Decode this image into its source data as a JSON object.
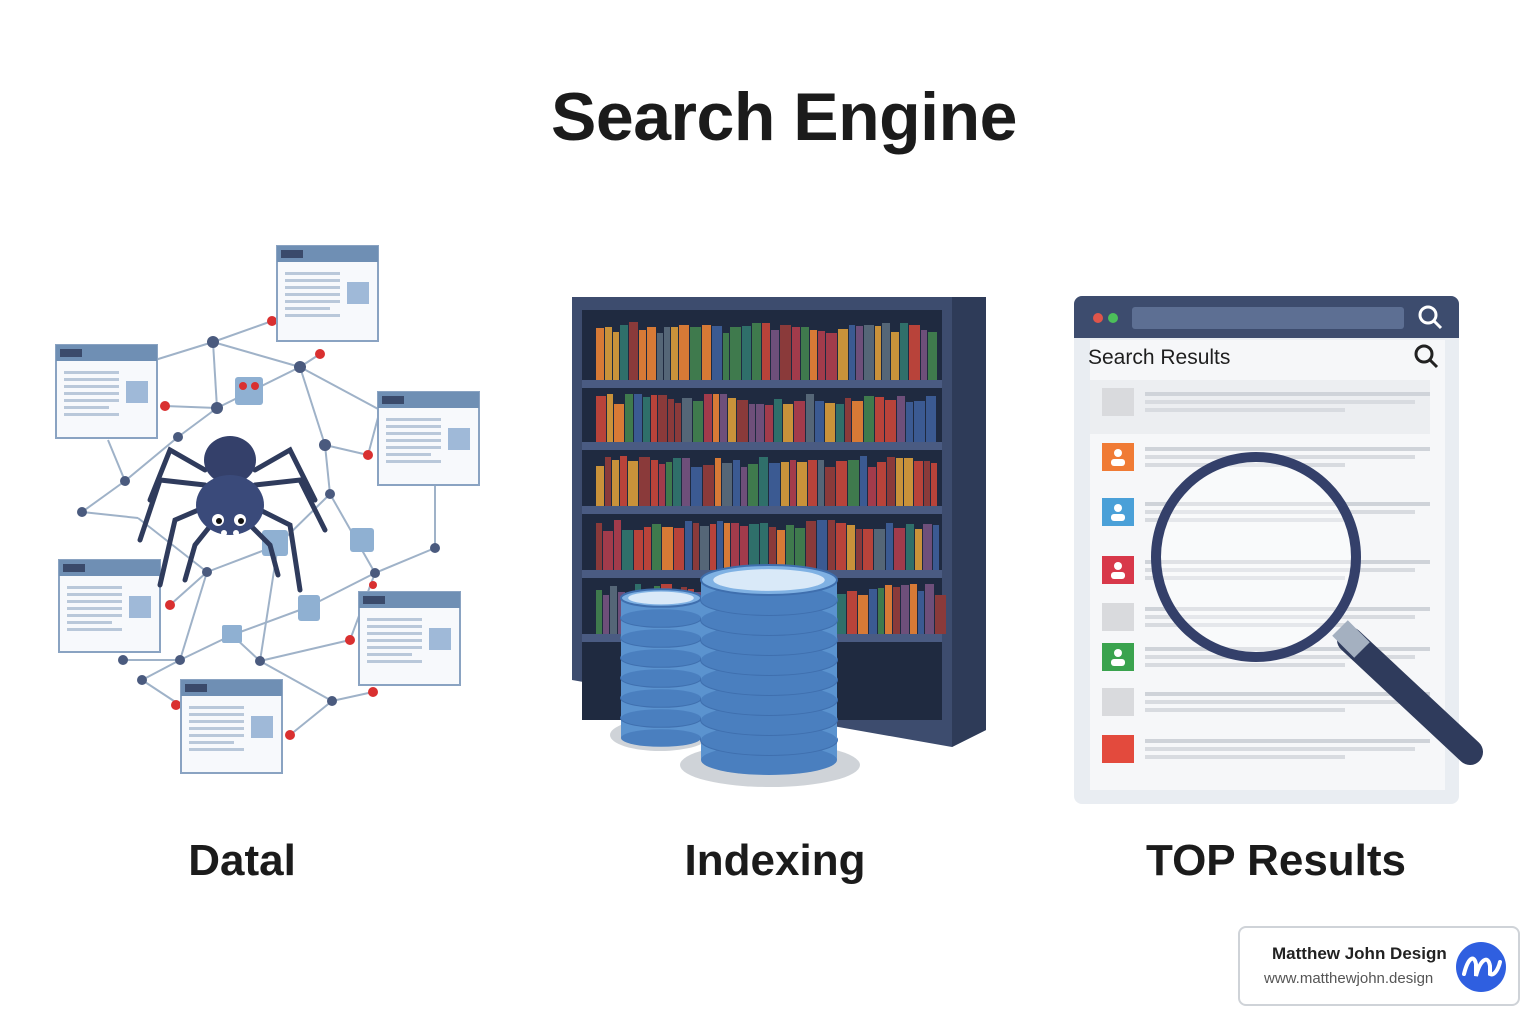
{
  "title": "Search Engine",
  "stages": [
    {
      "label": "Datal",
      "icon": "spider-web-crawler-icon"
    },
    {
      "label": "Indexing",
      "icon": "bookshelf-database-icon"
    },
    {
      "label": "TOP Results",
      "icon": "search-results-magnifier-icon"
    }
  ],
  "results_window": {
    "heading": "Search Results",
    "avatar_colors": [
      "#d9dadd",
      "#f07b35",
      "#4aa0d8",
      "#d8384a",
      "#d9dadd",
      "#3aa34e",
      "#d9dadd",
      "#e34a3d"
    ]
  },
  "colors": {
    "navy": "#3a4a6b",
    "accent_red": "#d93030",
    "db_blue": "#5b93cf",
    "logo_blue": "#2f5fe0"
  },
  "badge": {
    "name": "Matthew John Design",
    "url": "www.matthewjohn.design"
  }
}
